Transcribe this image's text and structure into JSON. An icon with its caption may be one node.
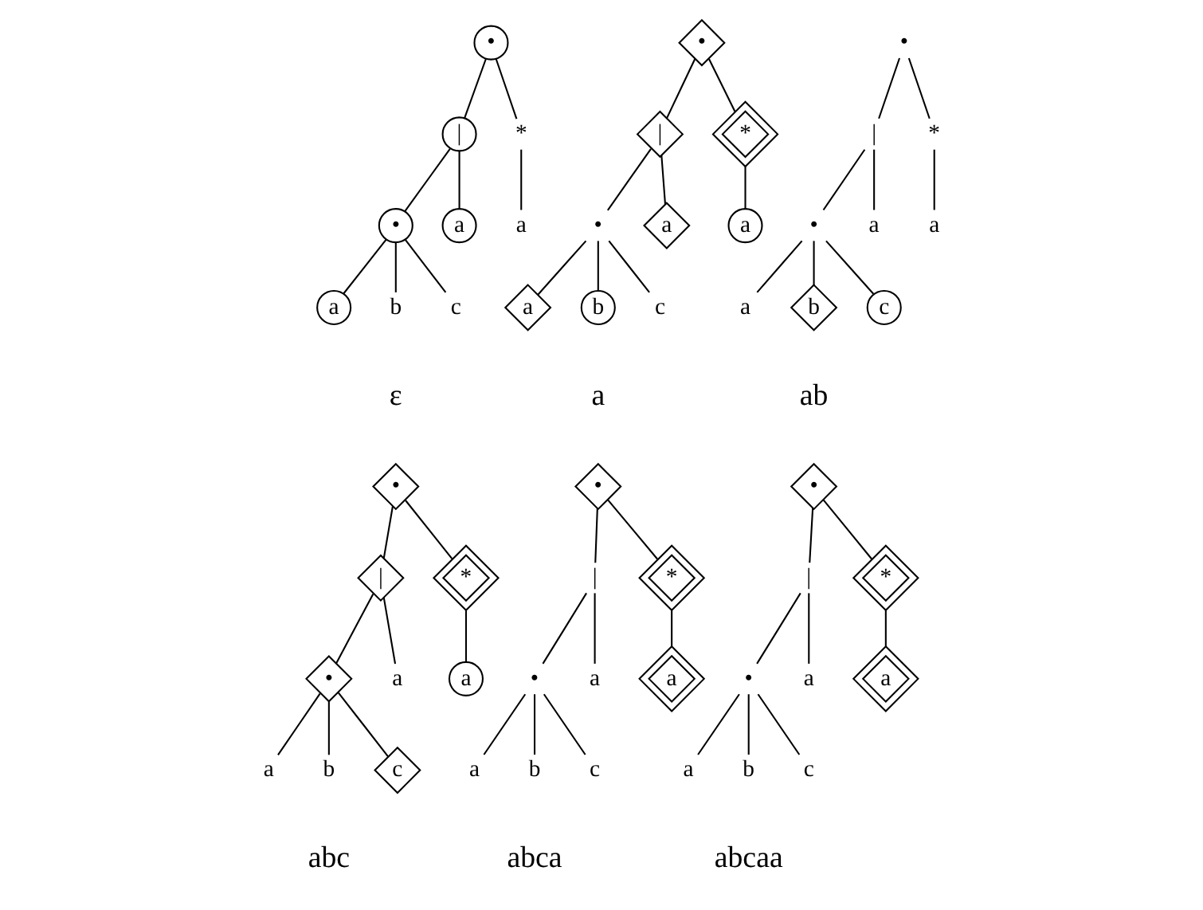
{
  "diagram": {
    "nodes": [
      {
        "text": [
          "•"
        ]
      },
      {
        "text": [
          "|"
        ]
      },
      {
        "text": [
          "*"
        ]
      },
      {
        "text": [
          "•"
        ]
      },
      {
        "text": [
          "a"
        ]
      },
      {
        "text": [
          "a"
        ]
      },
      {
        "text": [
          "a"
        ]
      },
      {
        "text": [
          "b"
        ]
      },
      {
        "text": [
          "c"
        ]
      },
      {
        "text": [
          "•"
        ]
      },
      {
        "text": [
          "|"
        ]
      },
      {
        "text": [
          "*"
        ]
      },
      {
        "text": [
          "•"
        ]
      },
      {
        "text": [
          "a"
        ]
      },
      {
        "text": [
          "a"
        ]
      },
      {
        "text": [
          "a"
        ]
      },
      {
        "text": [
          "b"
        ]
      },
      {
        "text": [
          "c"
        ]
      },
      {
        "text": [
          "•"
        ]
      },
      {
        "text": [
          "|"
        ]
      },
      {
        "text": [
          "*"
        ]
      },
      {
        "text": [
          "•"
        ]
      },
      {
        "text": [
          "a"
        ]
      },
      {
        "text": [
          "a"
        ]
      },
      {
        "text": [
          "a"
        ]
      },
      {
        "text": [
          "b"
        ]
      },
      {
        "text": [
          "c"
        ]
      },
      {
        "text": [
          "•"
        ]
      },
      {
        "text": [
          "|"
        ]
      },
      {
        "text": [
          "*"
        ]
      },
      {
        "text": [
          "•"
        ]
      },
      {
        "text": [
          "a"
        ]
      },
      {
        "text": [
          "a"
        ]
      },
      {
        "text": [
          "a"
        ]
      },
      {
        "text": [
          "b"
        ]
      },
      {
        "text": [
          "c"
        ]
      },
      {
        "text": [
          "•"
        ]
      },
      {
        "text": [
          "|"
        ]
      },
      {
        "text": [
          "*"
        ]
      },
      {
        "text": [
          "•"
        ]
      },
      {
        "text": [
          "a"
        ]
      },
      {
        "text": [
          "a"
        ]
      },
      {
        "text": [
          "a"
        ]
      },
      {
        "text": [
          "b"
        ]
      },
      {
        "text": [
          "c"
        ]
      },
      {
        "text": [
          "•"
        ]
      },
      {
        "text": [
          "|"
        ]
      },
      {
        "text": [
          "*"
        ]
      },
      {
        "text": [
          "•"
        ]
      },
      {
        "text": [
          "a"
        ]
      },
      {
        "text": [
          "a"
        ]
      },
      {
        "text": [
          "a"
        ]
      },
      {
        "text": [
          "b"
        ]
      },
      {
        "text": [
          "c"
        ]
      }
    ],
    "edges": [
      {
        "from": 0,
        "to": 1,
        "arrow": "none"
      },
      {
        "from": 0,
        "to": 2,
        "arrow": "none"
      },
      {
        "from": 1,
        "to": 3,
        "arrow": "none"
      },
      {
        "from": 1,
        "to": 4,
        "arrow": "none"
      },
      {
        "from": 2,
        "to": 5,
        "arrow": "none"
      },
      {
        "from": 3,
        "to": 6,
        "arrow": "none"
      },
      {
        "from": 3,
        "to": 7,
        "arrow": "none"
      },
      {
        "from": 3,
        "to": 8,
        "arrow": "none"
      },
      {
        "from": 9,
        "to": 10,
        "arrow": "none"
      },
      {
        "from": 9,
        "to": 11,
        "arrow": "none"
      },
      {
        "from": 10,
        "to": 12,
        "arrow": "none"
      },
      {
        "from": 10,
        "to": 13,
        "arrow": "none"
      },
      {
        "from": 11,
        "to": 14,
        "arrow": "none"
      },
      {
        "from": 12,
        "to": 15,
        "arrow": "none"
      },
      {
        "from": 12,
        "to": 16,
        "arrow": "none"
      },
      {
        "from": 12,
        "to": 17,
        "arrow": "none"
      },
      {
        "from": 18,
        "to": 19,
        "arrow": "none"
      },
      {
        "from": 18,
        "to": 20,
        "arrow": "none"
      },
      {
        "from": 19,
        "to": 21,
        "arrow": "none"
      },
      {
        "from": 19,
        "to": 22,
        "arrow": "none"
      },
      {
        "from": 20,
        "to": 23,
        "arrow": "none"
      },
      {
        "from": 21,
        "to": 24,
        "arrow": "none"
      },
      {
        "from": 21,
        "to": 25,
        "arrow": "none"
      },
      {
        "from": 21,
        "to": 26,
        "arrow": "none"
      },
      {
        "from": 27,
        "to": 28,
        "arrow": "none"
      },
      {
        "from": 27,
        "to": 29,
        "arrow": "none"
      },
      {
        "from": 28,
        "to": 30,
        "arrow": "none"
      },
      {
        "from": 28,
        "to": 31,
        "arrow": "none"
      },
      {
        "from": 29,
        "to": 32,
        "arrow": "none"
      },
      {
        "from": 30,
        "to": 33,
        "arrow": "none"
      },
      {
        "from": 30,
        "to": 34,
        "arrow": "none"
      },
      {
        "from": 30,
        "to": 35,
        "arrow": "none"
      },
      {
        "from": 36,
        "to": 37,
        "arrow": "none"
      },
      {
        "from": 36,
        "to": 38,
        "arrow": "none"
      },
      {
        "from": 37,
        "to": 39,
        "arrow": "none"
      },
      {
        "from": 37,
        "to": 40,
        "arrow": "none"
      },
      {
        "from": 38,
        "to": 41,
        "arrow": "none"
      },
      {
        "from": 39,
        "to": 42,
        "arrow": "none"
      },
      {
        "from": 39,
        "to": 43,
        "arrow": "none"
      },
      {
        "from": 39,
        "to": 44,
        "arrow": "none"
      },
      {
        "from": 45,
        "to": 46,
        "arrow": "none"
      },
      {
        "from": 45,
        "to": 47,
        "arrow": "none"
      },
      {
        "from": 46,
        "to": 48,
        "arrow": "none"
      },
      {
        "from": 46,
        "to": 49,
        "arrow": "none"
      },
      {
        "from": 47,
        "to": 50,
        "arrow": "none"
      },
      {
        "from": 48,
        "to": 51,
        "arrow": "none"
      },
      {
        "from": 48,
        "to": 52,
        "arrow": "none"
      },
      {
        "from": 48,
        "to": 53,
        "arrow": "none"
      }
    ],
    "labels": [
      "ε",
      "a",
      "ab",
      "abc",
      "abca",
      "abcaa"
    ]
  }
}
